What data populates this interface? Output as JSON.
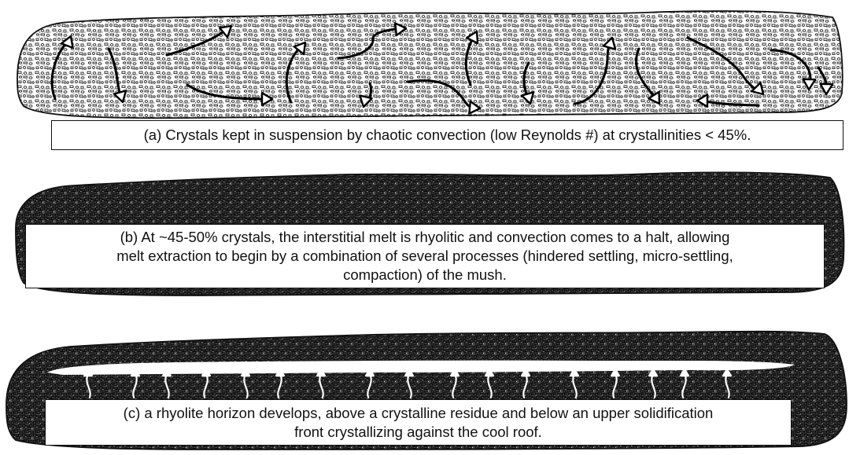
{
  "panels": [
    {
      "id": "a",
      "caption_lines": [
        "(a) Crystals kept in suspension by chaotic convection (low Reynolds #) at crystallinities < 45%."
      ]
    },
    {
      "id": "b",
      "caption_lines": [
        "(b) At ~45-50% crystals, the interstitial melt is rhyolitic and convection comes to a halt, allowing",
        "melt extraction to begin by a combination of several processes (hindered settling, micro-settling,",
        "compaction) of the mush."
      ]
    },
    {
      "id": "c",
      "caption_lines": [
        "(c) a rhyolite horizon develops, above a crystalline residue and below an upper solidification",
        "front crystallizing against the cool roof."
      ]
    }
  ],
  "colors": {
    "ink": "#111111",
    "paper": "#ffffff",
    "melt": "#ffffff"
  },
  "icons": {
    "convection_arrow": "open-triangle-arrow",
    "melt_arrow": "upward-white-arrow"
  }
}
